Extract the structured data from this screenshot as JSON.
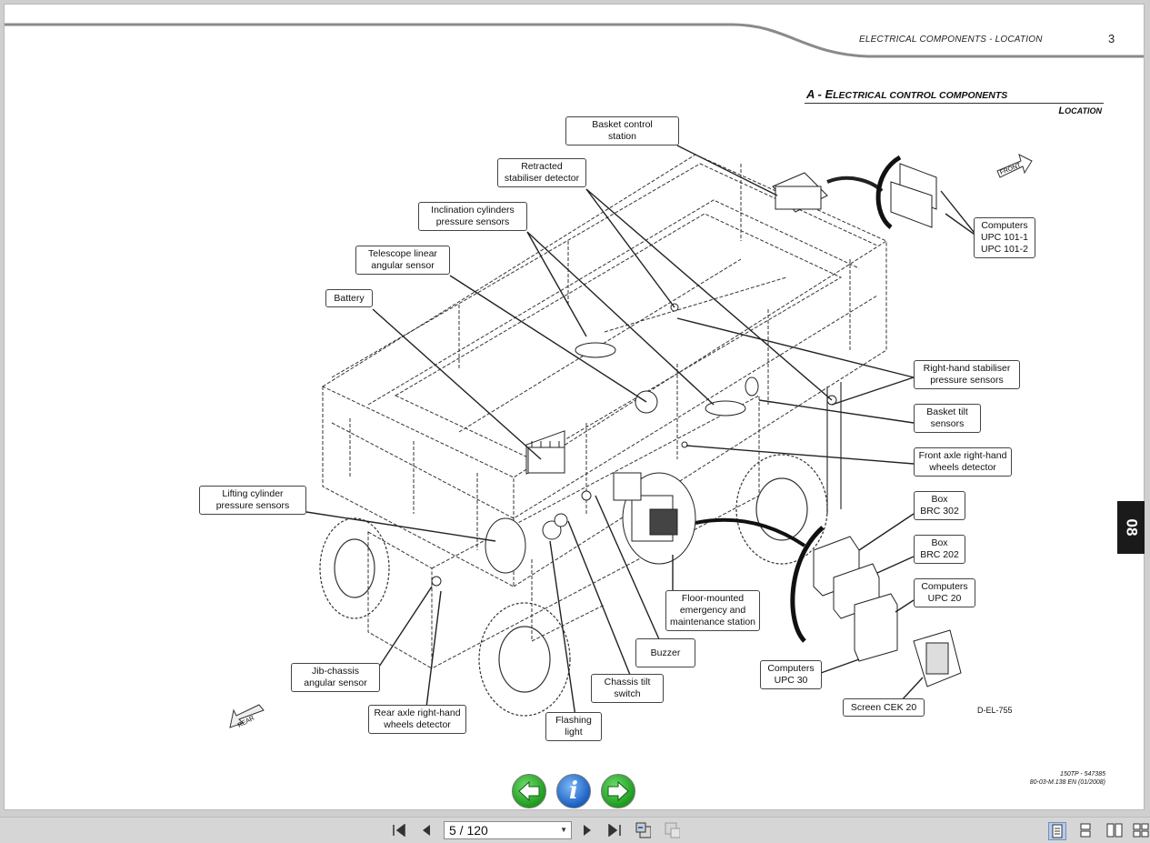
{
  "document": {
    "header_title": "ELECTRICAL COMPONENTS - LOCATION",
    "page_number": "3",
    "section_title_initial": "A - E",
    "section_title_rest": "LECTRICAL CONTROL COMPONENTS",
    "section_subtitle_initial": "L",
    "section_subtitle_rest": "OCATION",
    "side_tab": "08",
    "drawing_ref": "D-EL-755",
    "footer_line1": "150TP - 547385",
    "footer_line2": "80-03-M.138 EN (01/2008)",
    "front_label": "FRONT",
    "rear_label": "REAR"
  },
  "callouts": {
    "basket_control_station": "Basket control\nstation",
    "retracted_stabiliser_detector": "Retracted\nstabiliser detector",
    "inclination_cylinders": "Inclination cylinders\npressure sensors",
    "telescope_linear": "Telescope linear\nangular sensor",
    "battery": "Battery",
    "computers_upc101": "Computers\nUPC 101-1\nUPC 101-2",
    "rh_stabiliser_pressure": "Right-hand stabiliser\npressure sensors",
    "basket_tilt": "Basket tilt\nsensors",
    "front_axle_rh": "Front axle right-hand\nwheels detector",
    "box_brc302": "Box\nBRC 302",
    "box_brc202": "Box\nBRC 202",
    "computers_upc20": "Computers\nUPC 20",
    "lifting_cylinder": "Lifting cylinder\npressure sensors",
    "floor_station": "Floor-mounted\nemergency and\nmaintenance station",
    "buzzer": "Buzzer",
    "computers_upc30": "Computers\nUPC 30",
    "screen_cek20": "Screen CEK 20",
    "jib_chassis": "Jib-chassis\nangular sensor",
    "chassis_tilt": "Chassis tilt\nswitch",
    "rear_axle_rh": "Rear axle right-hand\nwheels detector",
    "flashing_light": "Flashing\nlight"
  },
  "nav": {
    "prev_icon": "arrow-left-icon",
    "info_icon": "info-icon",
    "info_glyph": "i",
    "next_icon": "arrow-right-icon"
  },
  "toolbar": {
    "page_field": "5 / 120",
    "icons": [
      "first-page-icon",
      "prev-page-icon",
      "next-page-icon",
      "last-page-icon",
      "go-back-icon",
      "go-forward-icon",
      "single-page-view-icon",
      "continuous-view-icon",
      "two-page-view-icon",
      "two-page-continuous-view-icon"
    ]
  },
  "colors": {
    "nav_green": "#1e9a1e",
    "nav_blue": "#1b5fc2",
    "tab_bg": "#1a1a1a",
    "toolbar_bg": "#d6d6d6"
  }
}
